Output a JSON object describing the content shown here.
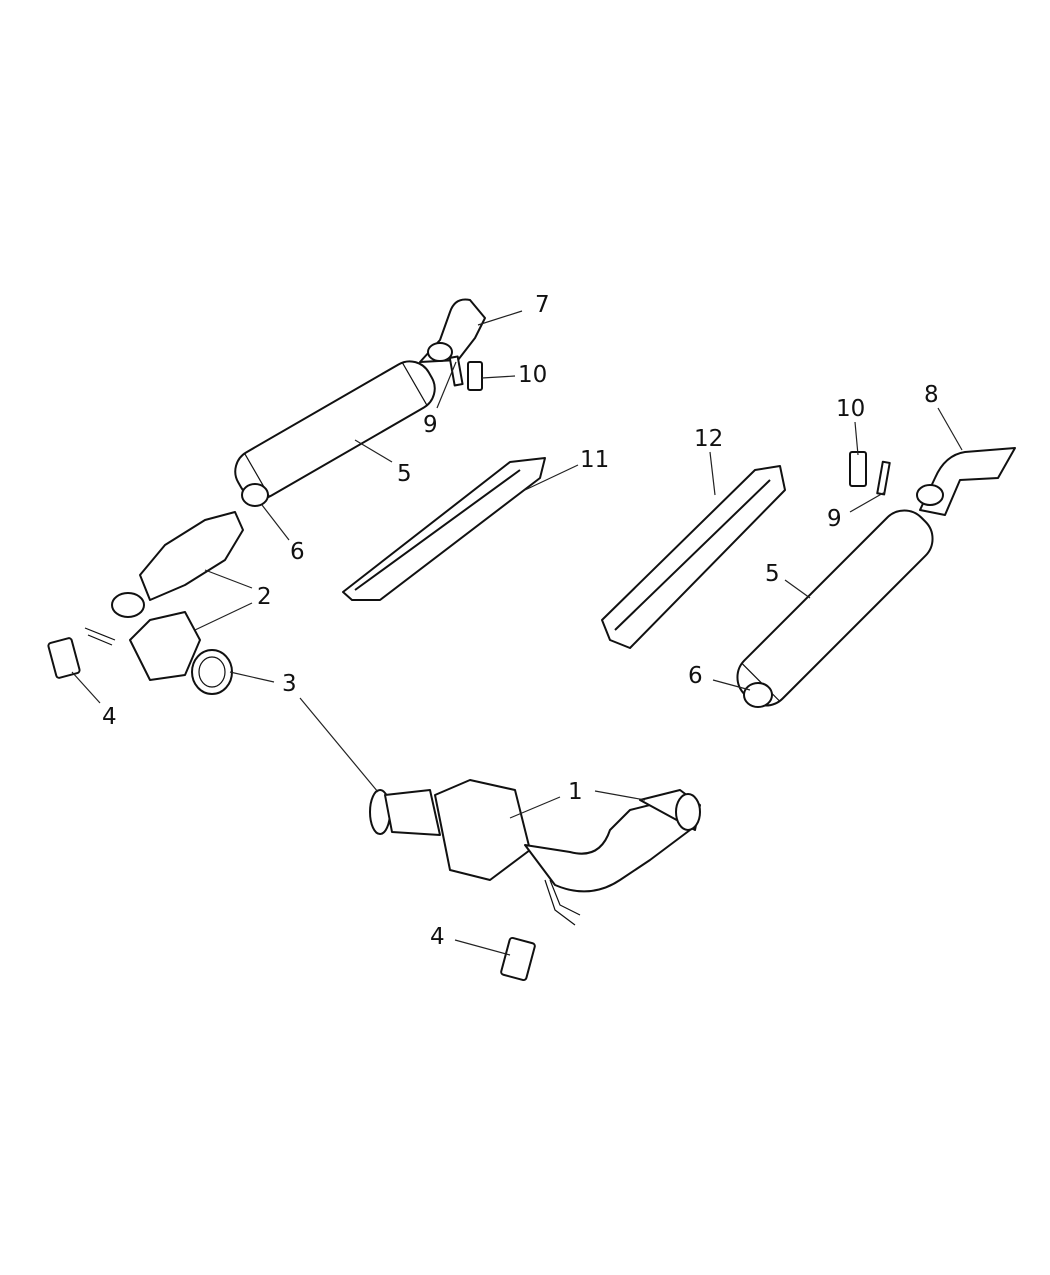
{
  "diagram": {
    "callouts": {
      "c7": "7",
      "c10a": "10",
      "c9a": "9",
      "c5a": "5",
      "c6a": "6",
      "c2": "2",
      "c3": "3",
      "c4a": "4",
      "c11": "11",
      "c12": "12",
      "c10b": "10",
      "c8": "8",
      "c9b": "9",
      "c5b": "5",
      "c6b": "6",
      "c1": "1",
      "c4b": "4"
    }
  }
}
